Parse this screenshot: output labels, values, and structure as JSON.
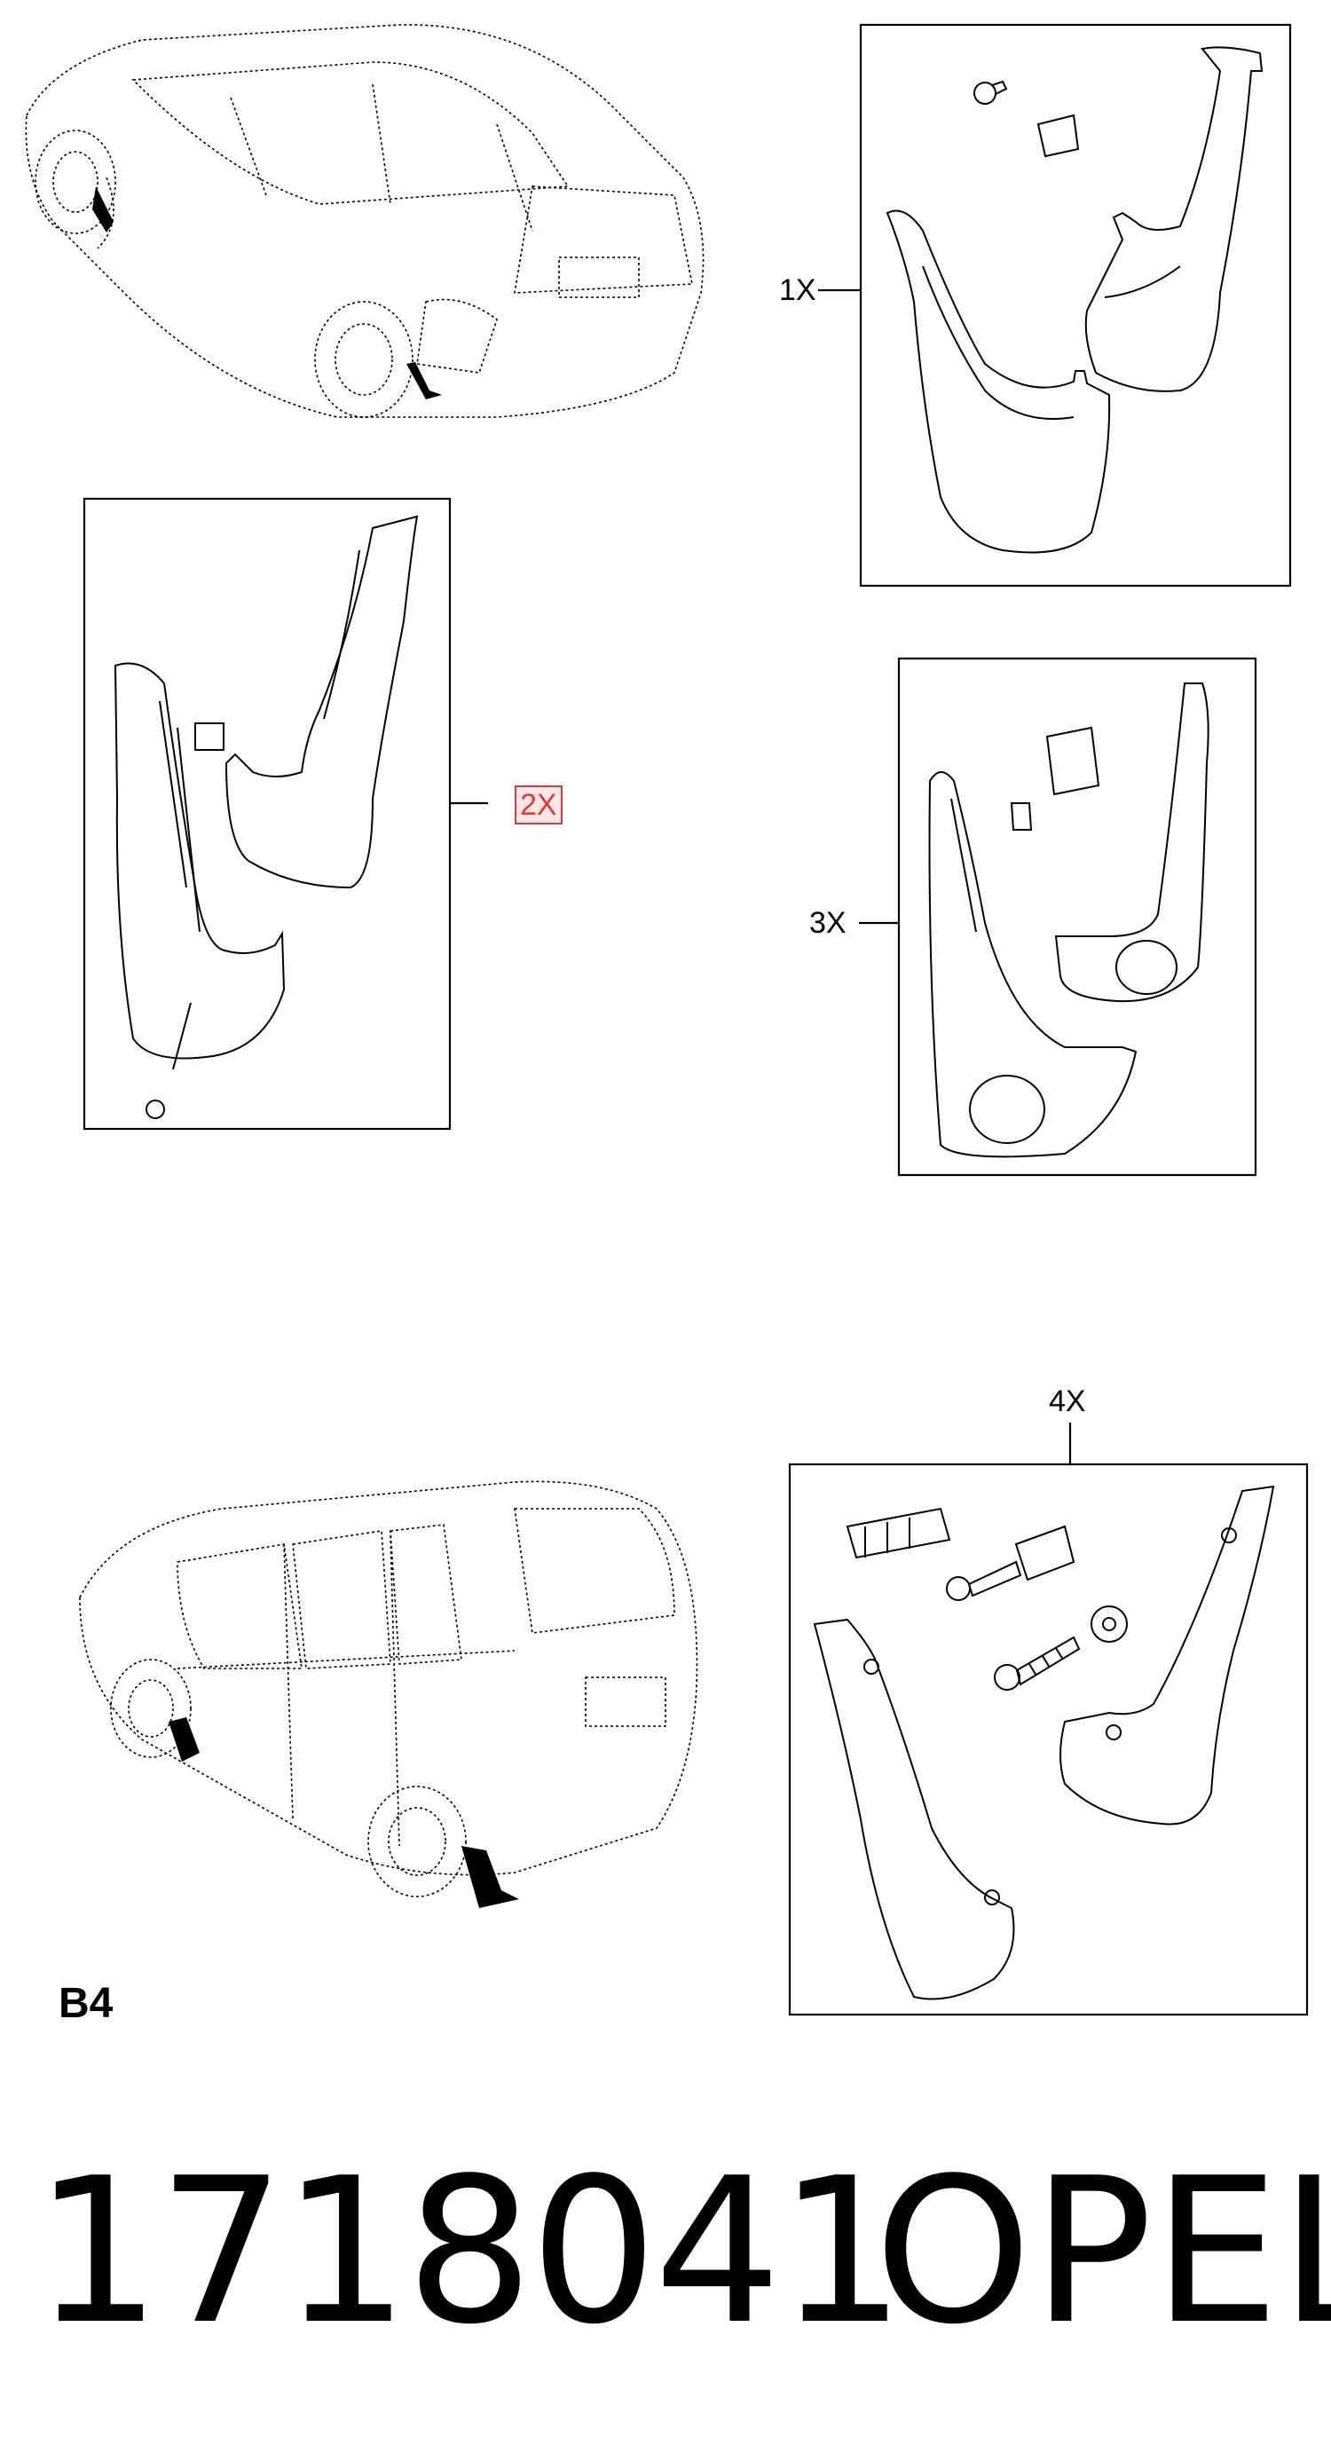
{
  "labels": {
    "kit_1": "1X",
    "kit_2": "2X",
    "kit_3": "3X",
    "kit_4": "4X"
  },
  "section_code": "B4",
  "part_number": "1718041",
  "brand": "OPEL",
  "colors": {
    "line": "#000000",
    "highlight_border": "#d43c3c",
    "highlight_fill": "#fbe6e6"
  }
}
